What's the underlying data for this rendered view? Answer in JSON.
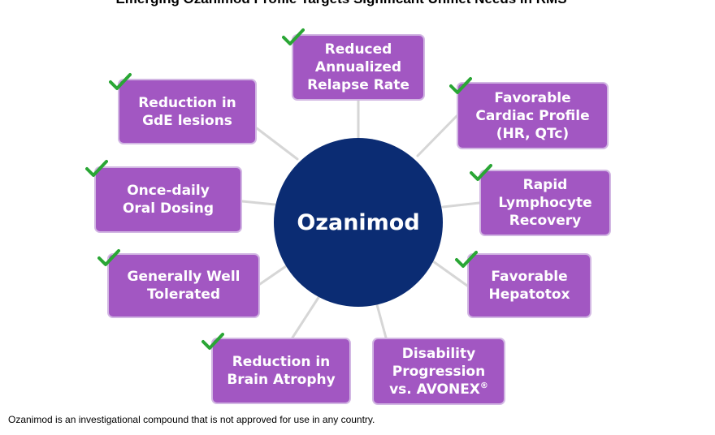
{
  "title": "Emerging Ozanimod Profile Targets Significant Unmet Needs in RMS",
  "hub": {
    "label": "Ozanimod"
  },
  "accent_colors": {
    "hub": "#0b2c73",
    "box": "#a257c2",
    "box_border": "#d2b7e3",
    "check": "#2aa635",
    "connector": "#d6d6d6"
  },
  "boxes": {
    "relapse": {
      "label": "Reduced\nAnnualized\nRelapse Rate",
      "checked": true
    },
    "cardiac": {
      "label": "Favorable\nCardiac Profile\n(HR, QTc)",
      "checked": true
    },
    "lymphocyte": {
      "label": "Rapid\nLymphocyte\nRecovery",
      "checked": true
    },
    "hepatotox": {
      "label": "Favorable\nHepatotox",
      "checked": true
    },
    "disability": {
      "label": "Disability\nProgression\nvs. AVONEX",
      "superscript": "®",
      "checked": false
    },
    "atrophy": {
      "label": "Reduction in\nBrain Atrophy",
      "checked": true
    },
    "tolerated": {
      "label": "Generally Well\nTolerated",
      "checked": true
    },
    "dosing": {
      "label": "Once-daily\nOral Dosing",
      "checked": true
    },
    "gde": {
      "label": "Reduction in\nGdE lesions",
      "checked": true
    }
  },
  "check_icon": "check-mark-icon",
  "footnote": "Ozanimod is an investigational compound that is not approved for use in any country."
}
